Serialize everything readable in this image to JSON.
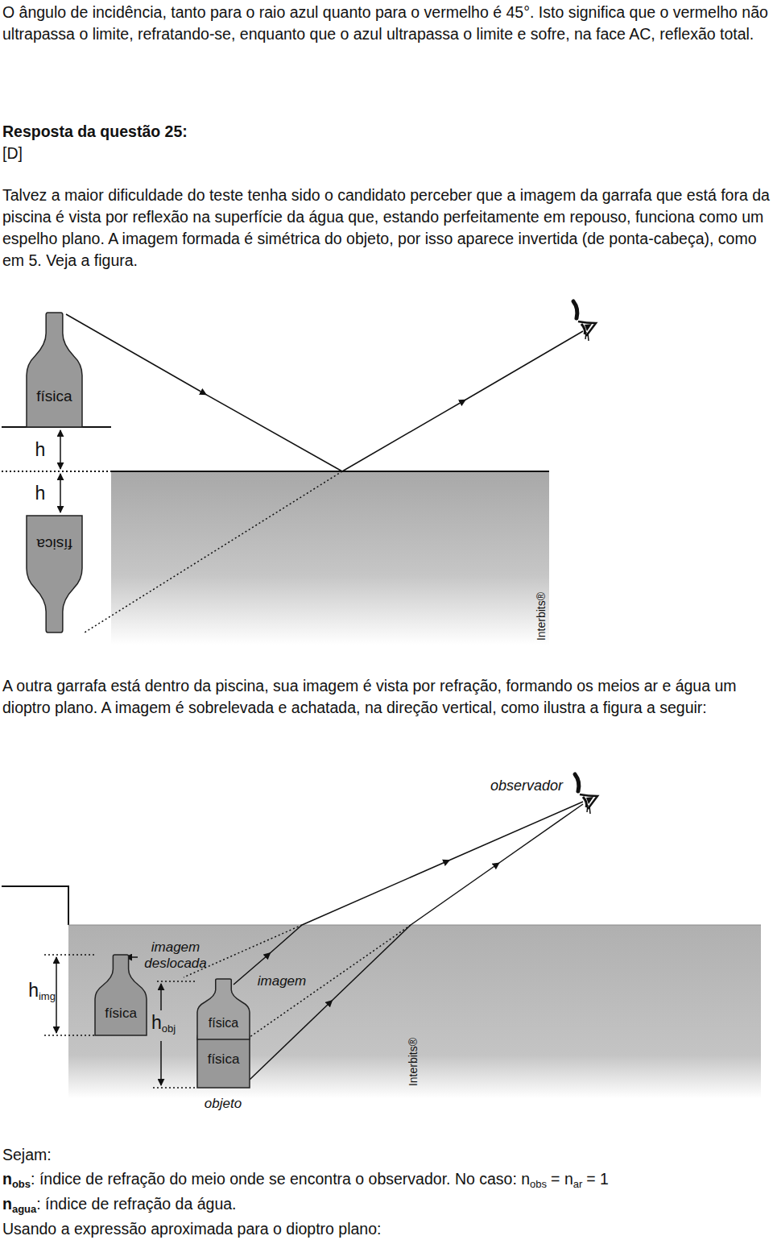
{
  "diagram": {
    "nodes": [
      {
        "text": [
          "física"
        ]
      },
      {
        "text": [
          "física"
        ]
      },
      {
        "text": [
          "física"
        ]
      },
      {
        "text": [
          "física"
        ]
      },
      {
        "text": [
          "física"
        ]
      }
    ],
    "labels": [
      "O ângulo de incidência, tanto para o raio azul quanto para o vermelho é 45°. Isto significa que o vermelho não ultrapassa o limite, refratando-se, enquanto que o azul ultrapassa o limite e sofre, na face AC, reflexão total.",
      "Resposta da questão 25:",
      "[D]",
      "Talvez a maior dificuldade do teste tenha sido o candidato perceber que a imagem da garrafa que está fora da piscina é vista por reflexão na superfície da água que, estando perfeitamente em repouso, funciona como um espelho plano. A imagem formada é simétrica do objeto, por isso aparece invertida (de ponta-cabeça), como em 5. Veja a figura.",
      "h",
      "h",
      "Interbits®",
      "A outra garrafa está dentro da piscina, sua imagem é vista por refração, formando os meios ar e água um dioptro plano. A imagem é sobrelevada e achatada, na direção vertical, como ilustra a figura a seguir:",
      "observador",
      "imagem deslocada",
      "imagem",
      "h",
      "img",
      "h",
      "obj",
      "objeto",
      "Interbits®",
      "Sejam:",
      "n",
      "obs",
      ": índice de refração do meio onde se encontra o observador. No caso: n",
      "obs",
      "= n",
      "ar",
      "= 1",
      "n",
      "agua",
      ": índice de refração da água.",
      "Usando a expressão aproximada para o dioptro plano:"
    ]
  }
}
